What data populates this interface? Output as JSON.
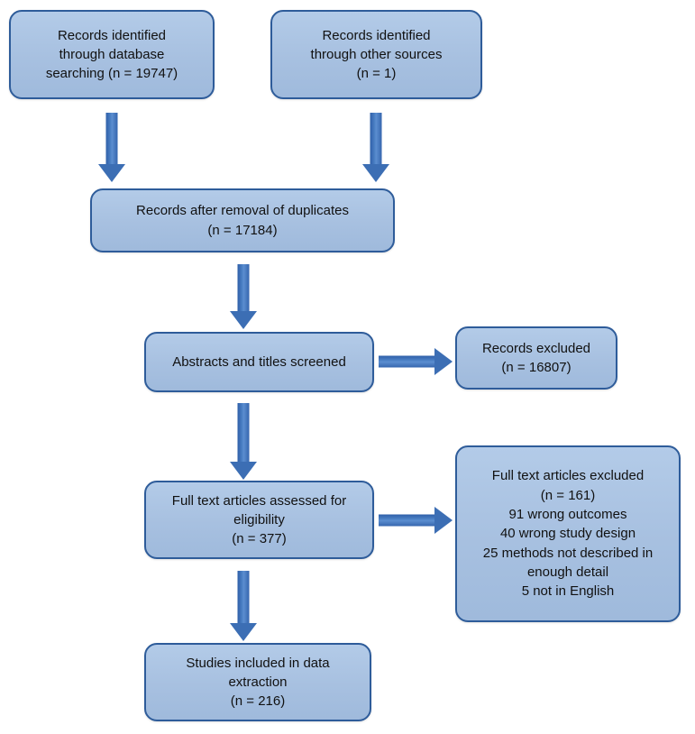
{
  "diagram": {
    "title": "PRISMA study selection flow diagram",
    "colors": {
      "box_fill": "#A7C0E0",
      "box_border": "#2E5C9A",
      "arrow": "#3C6EB4",
      "text": "#111111",
      "background": "#FFFFFF"
    },
    "nodes": [
      {
        "id": "records-database",
        "text": "Records identified\nthrough database\nsearching (n = 19747)",
        "count": 19747
      },
      {
        "id": "records-other-sources",
        "text": "Records identified\nthrough other sources\n(n = 1)",
        "count": 1
      },
      {
        "id": "records-after-duplicates",
        "text": "Records after removal of duplicates\n(n = 17184)",
        "count": 17184
      },
      {
        "id": "abstracts-titles-screened",
        "text": "Abstracts and titles screened",
        "count": null
      },
      {
        "id": "records-excluded",
        "text": "Records excluded\n(n = 16807)",
        "count": 16807
      },
      {
        "id": "full-text-assessed",
        "text": "Full text articles assessed for\neligibility\n(n = 377)",
        "count": 377
      },
      {
        "id": "full-text-excluded",
        "text": "Full text articles excluded\n(n = 161)\n91 wrong outcomes\n40 wrong study design\n25 methods not described in\nenough detail\n5 not in English",
        "count": 161,
        "reasons": [
          {
            "n": 91,
            "reason": "wrong outcomes"
          },
          {
            "n": 40,
            "reason": "wrong study design"
          },
          {
            "n": 25,
            "reason": "methods not described in enough detail"
          },
          {
            "n": 5,
            "reason": "not in English"
          }
        ]
      },
      {
        "id": "studies-included",
        "text": "Studies included in data\nextraction\n(n = 216)",
        "count": 216
      }
    ],
    "arrows": [
      {
        "id": "arrow-database-to-duplicates",
        "direction": "down"
      },
      {
        "id": "arrow-other-to-duplicates",
        "direction": "down"
      },
      {
        "id": "arrow-duplicates-to-screened",
        "direction": "down"
      },
      {
        "id": "arrow-screened-to-excluded",
        "direction": "right"
      },
      {
        "id": "arrow-screened-to-fulltext",
        "direction": "down"
      },
      {
        "id": "arrow-fulltext-to-excluded",
        "direction": "right"
      },
      {
        "id": "arrow-fulltext-to-included",
        "direction": "down"
      }
    ]
  }
}
